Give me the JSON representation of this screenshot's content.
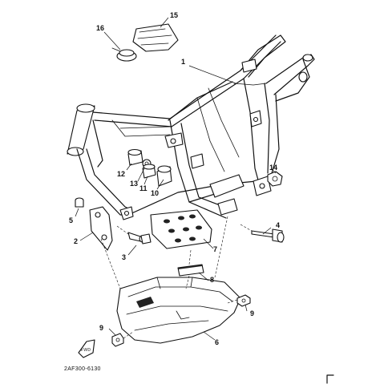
{
  "diagram": {
    "part_code": "2AF300-6130",
    "fwd_label": "FWD",
    "callouts": [
      "1",
      "2",
      "3",
      "4",
      "5",
      "6",
      "7",
      "8",
      "9",
      "9",
      "10",
      "11",
      "12",
      "13",
      "14",
      "15",
      "16"
    ]
  }
}
